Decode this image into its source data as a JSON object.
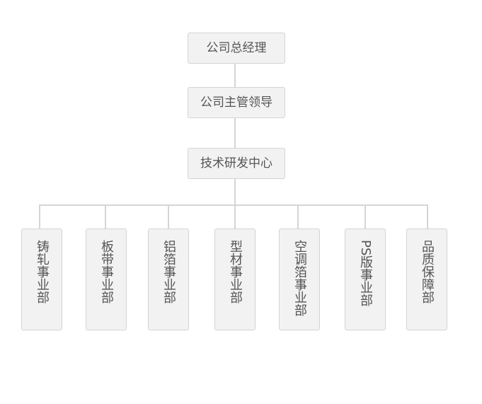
{
  "org_chart": {
    "level1": {
      "label": "公司总经理"
    },
    "level2": {
      "label": "公司主管领导"
    },
    "level3": {
      "label": "技术研发中心"
    },
    "departments": [
      {
        "label": "铸轧事业部"
      },
      {
        "label": "板带事业部"
      },
      {
        "label": "铝箔事业部"
      },
      {
        "label": "型材事业部"
      },
      {
        "label": "空调箔事业部"
      },
      {
        "label": "PS版事业部"
      },
      {
        "label": "品质保障部"
      }
    ]
  },
  "colors": {
    "box_fill": "#f2f2f2",
    "box_border": "#d4d4d4",
    "connector": "#d5d5d5",
    "text": "#555555"
  }
}
